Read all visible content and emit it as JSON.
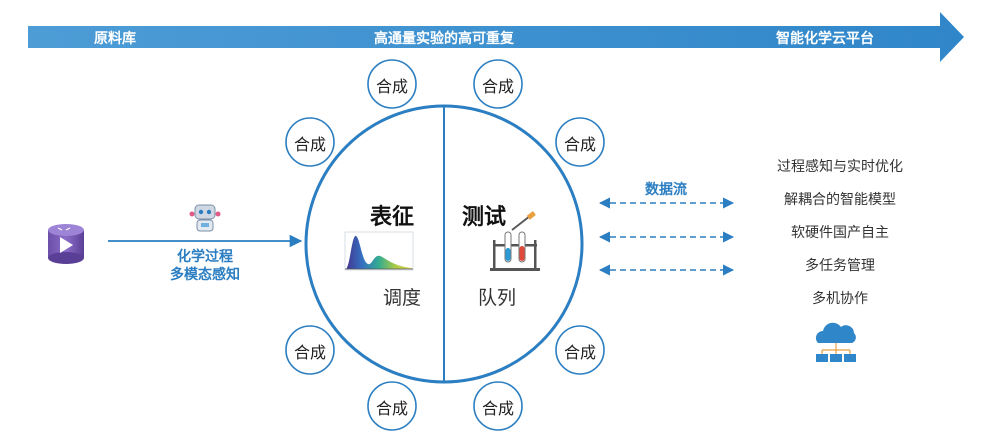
{
  "banner": {
    "left_label": "原料库",
    "center_label": "高通量实验的高可重复",
    "right_label": "智能化学云平台"
  },
  "circle": {
    "left_title": "表征",
    "right_title": "测试",
    "left_sub": "调度",
    "right_sub": "队列"
  },
  "synthesis_label": "合成",
  "left_flow": {
    "line1": "化学过程",
    "line2": "多模态感知"
  },
  "data_flow_label": "数据流",
  "capabilities": [
    "过程感知与实时优化",
    "解耦合的智能模型",
    "软硬件国产自主",
    "多任务管理",
    "多机协作"
  ],
  "colors": {
    "banner": "#3a8fcf",
    "circle_stroke": "#2b7ec1",
    "accent_text": "#2b7ec1"
  },
  "icons": [
    "database-icon",
    "robot-icon",
    "spectrum-chart-icon",
    "test-tube-rack-icon",
    "cloud-network-icon"
  ]
}
